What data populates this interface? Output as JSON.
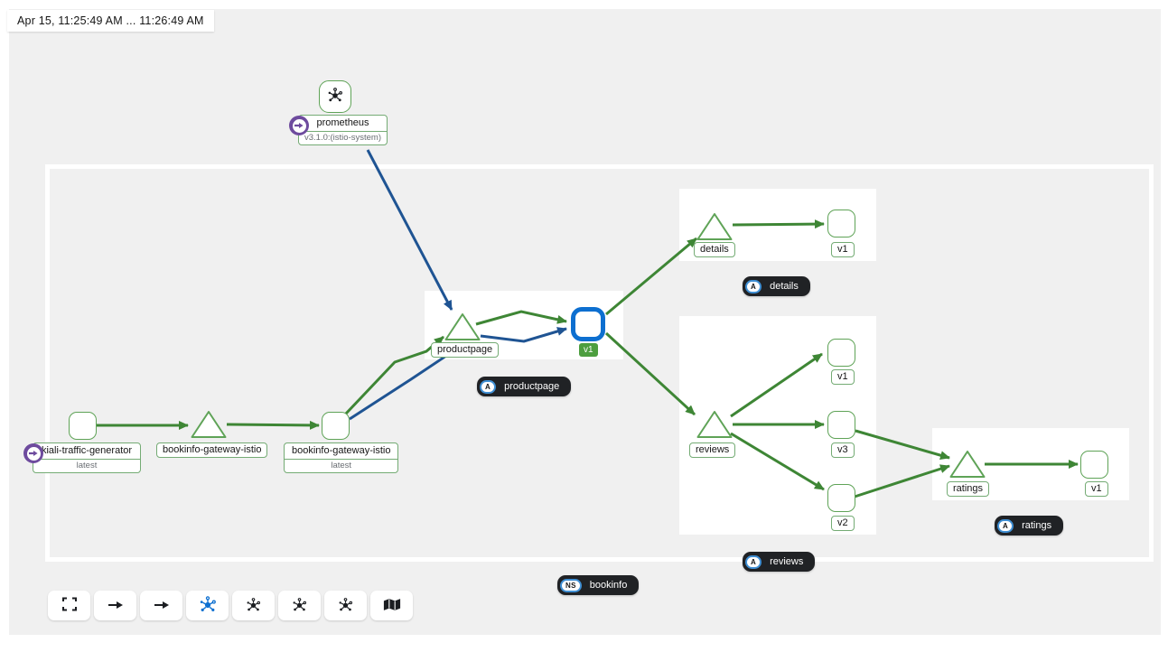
{
  "header": {
    "time_range": "Apr 15, 11:25:49 AM ... 11:26:49 AM"
  },
  "graph": {
    "namespace": {
      "badge": "NS",
      "name": "bookinfo"
    },
    "nodes": {
      "prometheus": {
        "label": "prometheus",
        "version": "v3.1.0:(istio-system)"
      },
      "traffic_generator": {
        "label": "kiali-traffic-generator",
        "version": "latest"
      },
      "gateway_service": {
        "label": "bookinfo-gateway-istio"
      },
      "gateway_workload": {
        "label": "bookinfo-gateway-istio",
        "version": "latest"
      },
      "productpage": {
        "service": "productpage",
        "workload": "v1",
        "app_badge": "A",
        "app_label": "productpage"
      },
      "details": {
        "service": "details",
        "workload": "v1",
        "app_badge": "A",
        "app_label": "details"
      },
      "reviews": {
        "service": "reviews",
        "workloads": [
          "v1",
          "v3",
          "v2"
        ],
        "app_badge": "A",
        "app_label": "reviews"
      },
      "ratings": {
        "service": "ratings",
        "workload": "v1",
        "app_badge": "A",
        "app_label": "ratings"
      }
    }
  },
  "toolbar": {
    "buttons": [
      {
        "icon": "expand-icon"
      },
      {
        "icon": "arrow-right-icon"
      },
      {
        "icon": "arrow-right-icon"
      },
      {
        "icon": "topology-icon",
        "active": true
      },
      {
        "icon": "topology-icon"
      },
      {
        "icon": "topology-icon"
      },
      {
        "icon": "topology-icon"
      },
      {
        "icon": "map-icon"
      }
    ]
  },
  "colors": {
    "edge_http_green": "#3e8635",
    "edge_tcp_blue": "#1f5493",
    "selection_blue": "#0d6fd0",
    "node_border_green": "#5fa357",
    "root_badge_purple": "#6e4b9e",
    "dark_badge_bg": "#202225",
    "canvas_gray": "#f0f0f0"
  }
}
